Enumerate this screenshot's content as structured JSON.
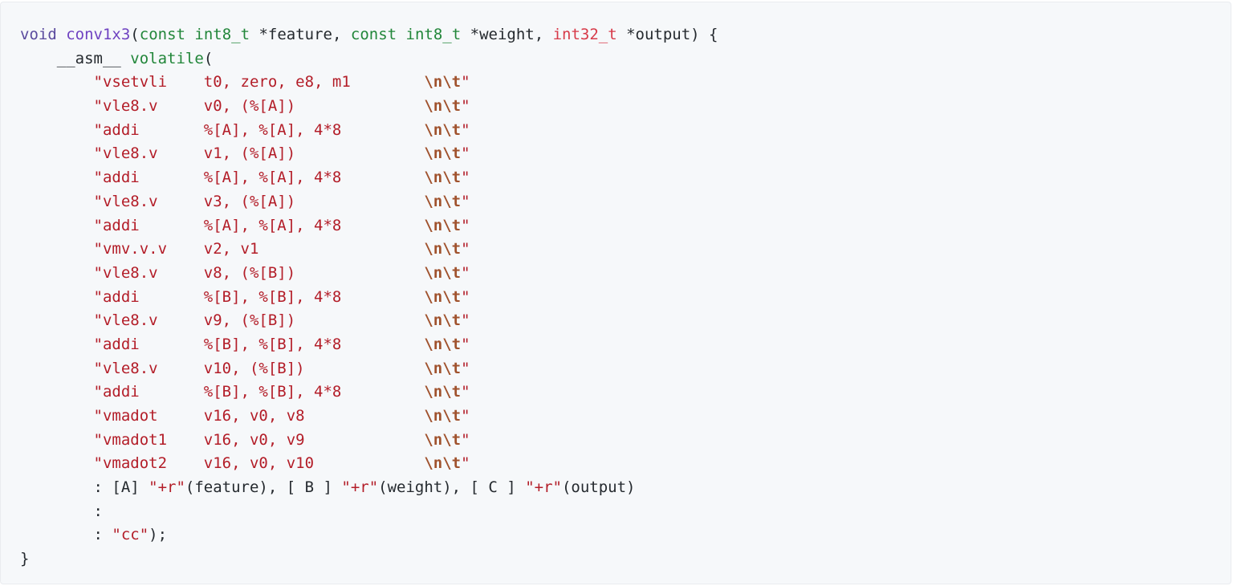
{
  "code": {
    "sig": {
      "void_kw": "void",
      "fn_name": "conv1x3",
      "open_paren": "(",
      "const1": "const",
      "type1": "int8_t",
      "param1": " *feature, ",
      "const2": "const",
      "type2": "int8_t",
      "param2": " *weight, ",
      "type3": "int32_t",
      "param3": " *output) {"
    },
    "asm": {
      "asm_kw": "__asm__",
      "volatile_kw": "volatile",
      "open": "("
    },
    "instructions": [
      {
        "text": "\"vsetvli    t0, zero, e8, m1        ",
        "esc": "\\n\\t",
        "close": "\""
      },
      {
        "text": "\"vle8.v     v0, (%[A])              ",
        "esc": "\\n\\t",
        "close": "\""
      },
      {
        "text": "\"addi       %[A], %[A], 4*8         ",
        "esc": "\\n\\t",
        "close": "\""
      },
      {
        "text": "\"vle8.v     v1, (%[A])              ",
        "esc": "\\n\\t",
        "close": "\""
      },
      {
        "text": "\"addi       %[A], %[A], 4*8         ",
        "esc": "\\n\\t",
        "close": "\""
      },
      {
        "text": "\"vle8.v     v3, (%[A])              ",
        "esc": "\\n\\t",
        "close": "\""
      },
      {
        "text": "\"addi       %[A], %[A], 4*8         ",
        "esc": "\\n\\t",
        "close": "\""
      },
      {
        "text": "\"vmv.v.v    v2, v1                  ",
        "esc": "\\n\\t",
        "close": "\""
      },
      {
        "text": "\"vle8.v     v8, (%[B])              ",
        "esc": "\\n\\t",
        "close": "\""
      },
      {
        "text": "\"addi       %[B], %[B], 4*8         ",
        "esc": "\\n\\t",
        "close": "\""
      },
      {
        "text": "\"vle8.v     v9, (%[B])              ",
        "esc": "\\n\\t",
        "close": "\""
      },
      {
        "text": "\"addi       %[B], %[B], 4*8         ",
        "esc": "\\n\\t",
        "close": "\""
      },
      {
        "text": "\"vle8.v     v10, (%[B])             ",
        "esc": "\\n\\t",
        "close": "\""
      },
      {
        "text": "\"addi       %[B], %[B], 4*8         ",
        "esc": "\\n\\t",
        "close": "\""
      },
      {
        "text": "\"vmadot     v16, v0, v8             ",
        "esc": "\\n\\t",
        "close": "\""
      },
      {
        "text": "\"vmadot1    v16, v0, v9             ",
        "esc": "\\n\\t",
        "close": "\""
      },
      {
        "text": "\"vmadot2    v16, v0, v10            ",
        "esc": "\\n\\t",
        "close": "\""
      }
    ],
    "operands": {
      "prefix": ": [A] ",
      "c1": "\"+r\"",
      "p1": "(feature), [ B ] ",
      "c2": "\"+r\"",
      "p2": "(weight), [ C ] ",
      "c3": "\"+r\"",
      "p3": "(output)"
    },
    "inputs_line": ":",
    "clobber": {
      "prefix": ": ",
      "str": "\"cc\"",
      "suffix": ");"
    },
    "closing_brace": "}"
  }
}
